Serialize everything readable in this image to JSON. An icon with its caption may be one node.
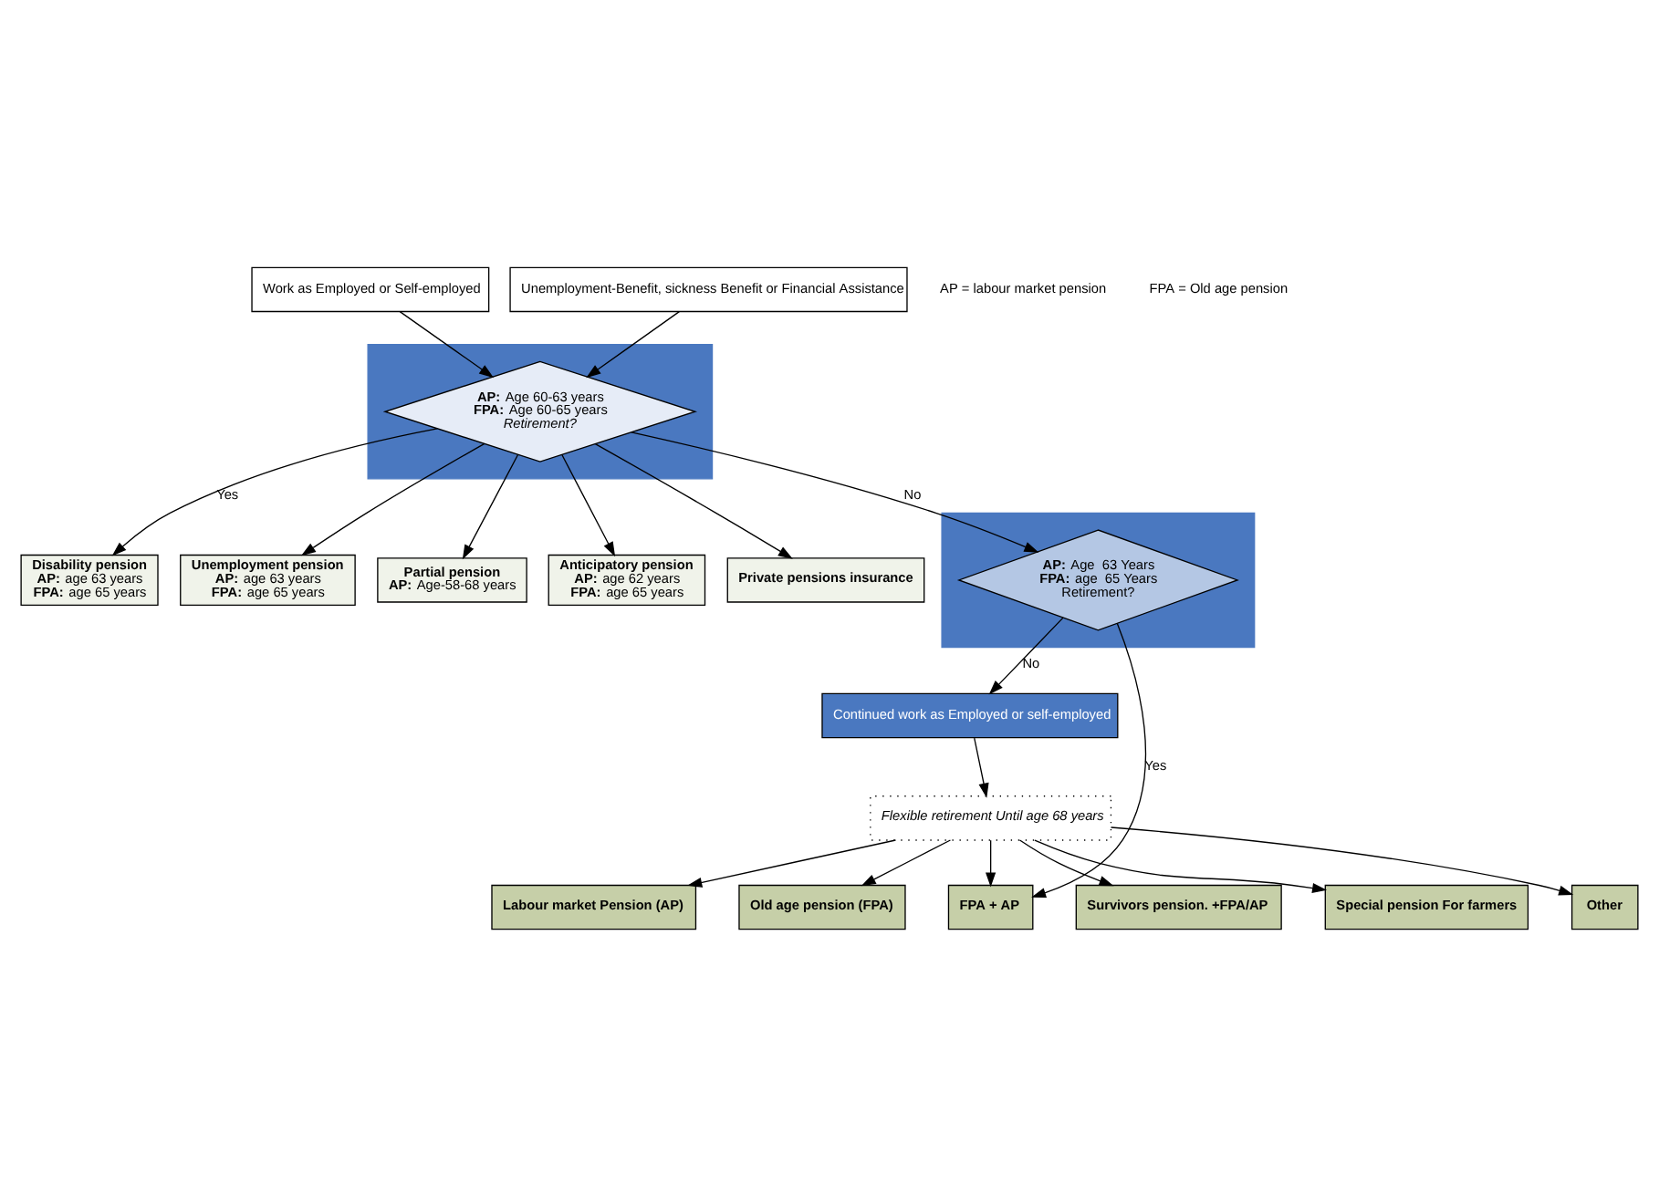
{
  "diagram": {
    "nodes": [
      {
        "text": [
          "Work as Employed or Self-employed"
        ]
      },
      {
        "text": [
          "Unemployment-Benefit, sickness Benefit or Financial Assistance"
        ]
      },
      {
        "text": [],
        "shape": "box"
      },
      {
        "text": [
          "**AP:** Age 60-63 years",
          "**FPA:** Age 60-65 years",
          "Retirement?"
        ],
        "in": 2
      },
      {
        "text": [
          "Disability pension",
          "**AP:** age 63 years",
          "**FPA:** age 65 years"
        ]
      },
      {
        "text": [
          "Unemployment pension",
          "**AP:** age 63 years",
          "**FPA:** age 65 years"
        ]
      },
      {
        "text": [
          "Partial pension",
          "**AP:** Age-58-68 years"
        ]
      },
      {
        "text": [
          "Anticipatory pension",
          "**AP:** age 62 years",
          "**FPA:** age 65 years"
        ]
      },
      {
        "text": [
          "Private pensions insurance"
        ]
      },
      {
        "text": [],
        "shape": "box"
      },
      {
        "text": [
          "**AP:** Age  63 Years",
          "**FPA:** age  65 Years",
          "Retirement?"
        ],
        "in": 9
      },
      {
        "text": [
          "Continued work as Employed or self-employed"
        ]
      },
      {
        "text": [
          "Flexible retirement Until age 68 years"
        ]
      },
      {
        "text": [
          "Labour market Pension (AP)"
        ]
      },
      {
        "text": [
          "Old age pension (FPA)"
        ]
      },
      {
        "text": [
          "FPA + AP"
        ]
      },
      {
        "text": [
          "Survivors pension. +FPA/AP"
        ]
      },
      {
        "text": [
          "Special pension For farmers"
        ]
      },
      {
        "text": [
          "Other"
        ]
      }
    ],
    "edges": [
      {
        "from": 0,
        "to": 3,
        "arrow": "to"
      },
      {
        "from": 1,
        "to": 3,
        "arrow": "to"
      },
      {
        "from": 3,
        "to": 4,
        "arrow": "to",
        "label": "Yes"
      },
      {
        "from": 3,
        "to": 5,
        "arrow": "to"
      },
      {
        "from": 3,
        "to": 6,
        "arrow": "to"
      },
      {
        "from": 3,
        "to": 7,
        "arrow": "to"
      },
      {
        "from": 3,
        "to": 8,
        "arrow": "to"
      },
      {
        "from": 3,
        "to": 10,
        "arrow": "to",
        "label": "No"
      },
      {
        "from": 10,
        "to": 11,
        "arrow": "to",
        "label": "No"
      },
      {
        "from": 11,
        "to": 12,
        "arrow": "to"
      },
      {
        "from": 10,
        "to": 15,
        "arrow": "to",
        "label": "Yes"
      },
      {
        "from": 12,
        "to": 13,
        "arrow": "to"
      },
      {
        "from": 12,
        "to": 14,
        "arrow": "to"
      },
      {
        "from": 12,
        "to": 15,
        "arrow": "to"
      },
      {
        "from": 12,
        "to": 16,
        "arrow": "to"
      },
      {
        "from": 12,
        "to": 17,
        "arrow": "to"
      },
      {
        "from": 12,
        "to": 18,
        "arrow": "to"
      }
    ],
    "labels": [
      "AP = labour market pension",
      "FPA = Old age pension"
    ]
  }
}
